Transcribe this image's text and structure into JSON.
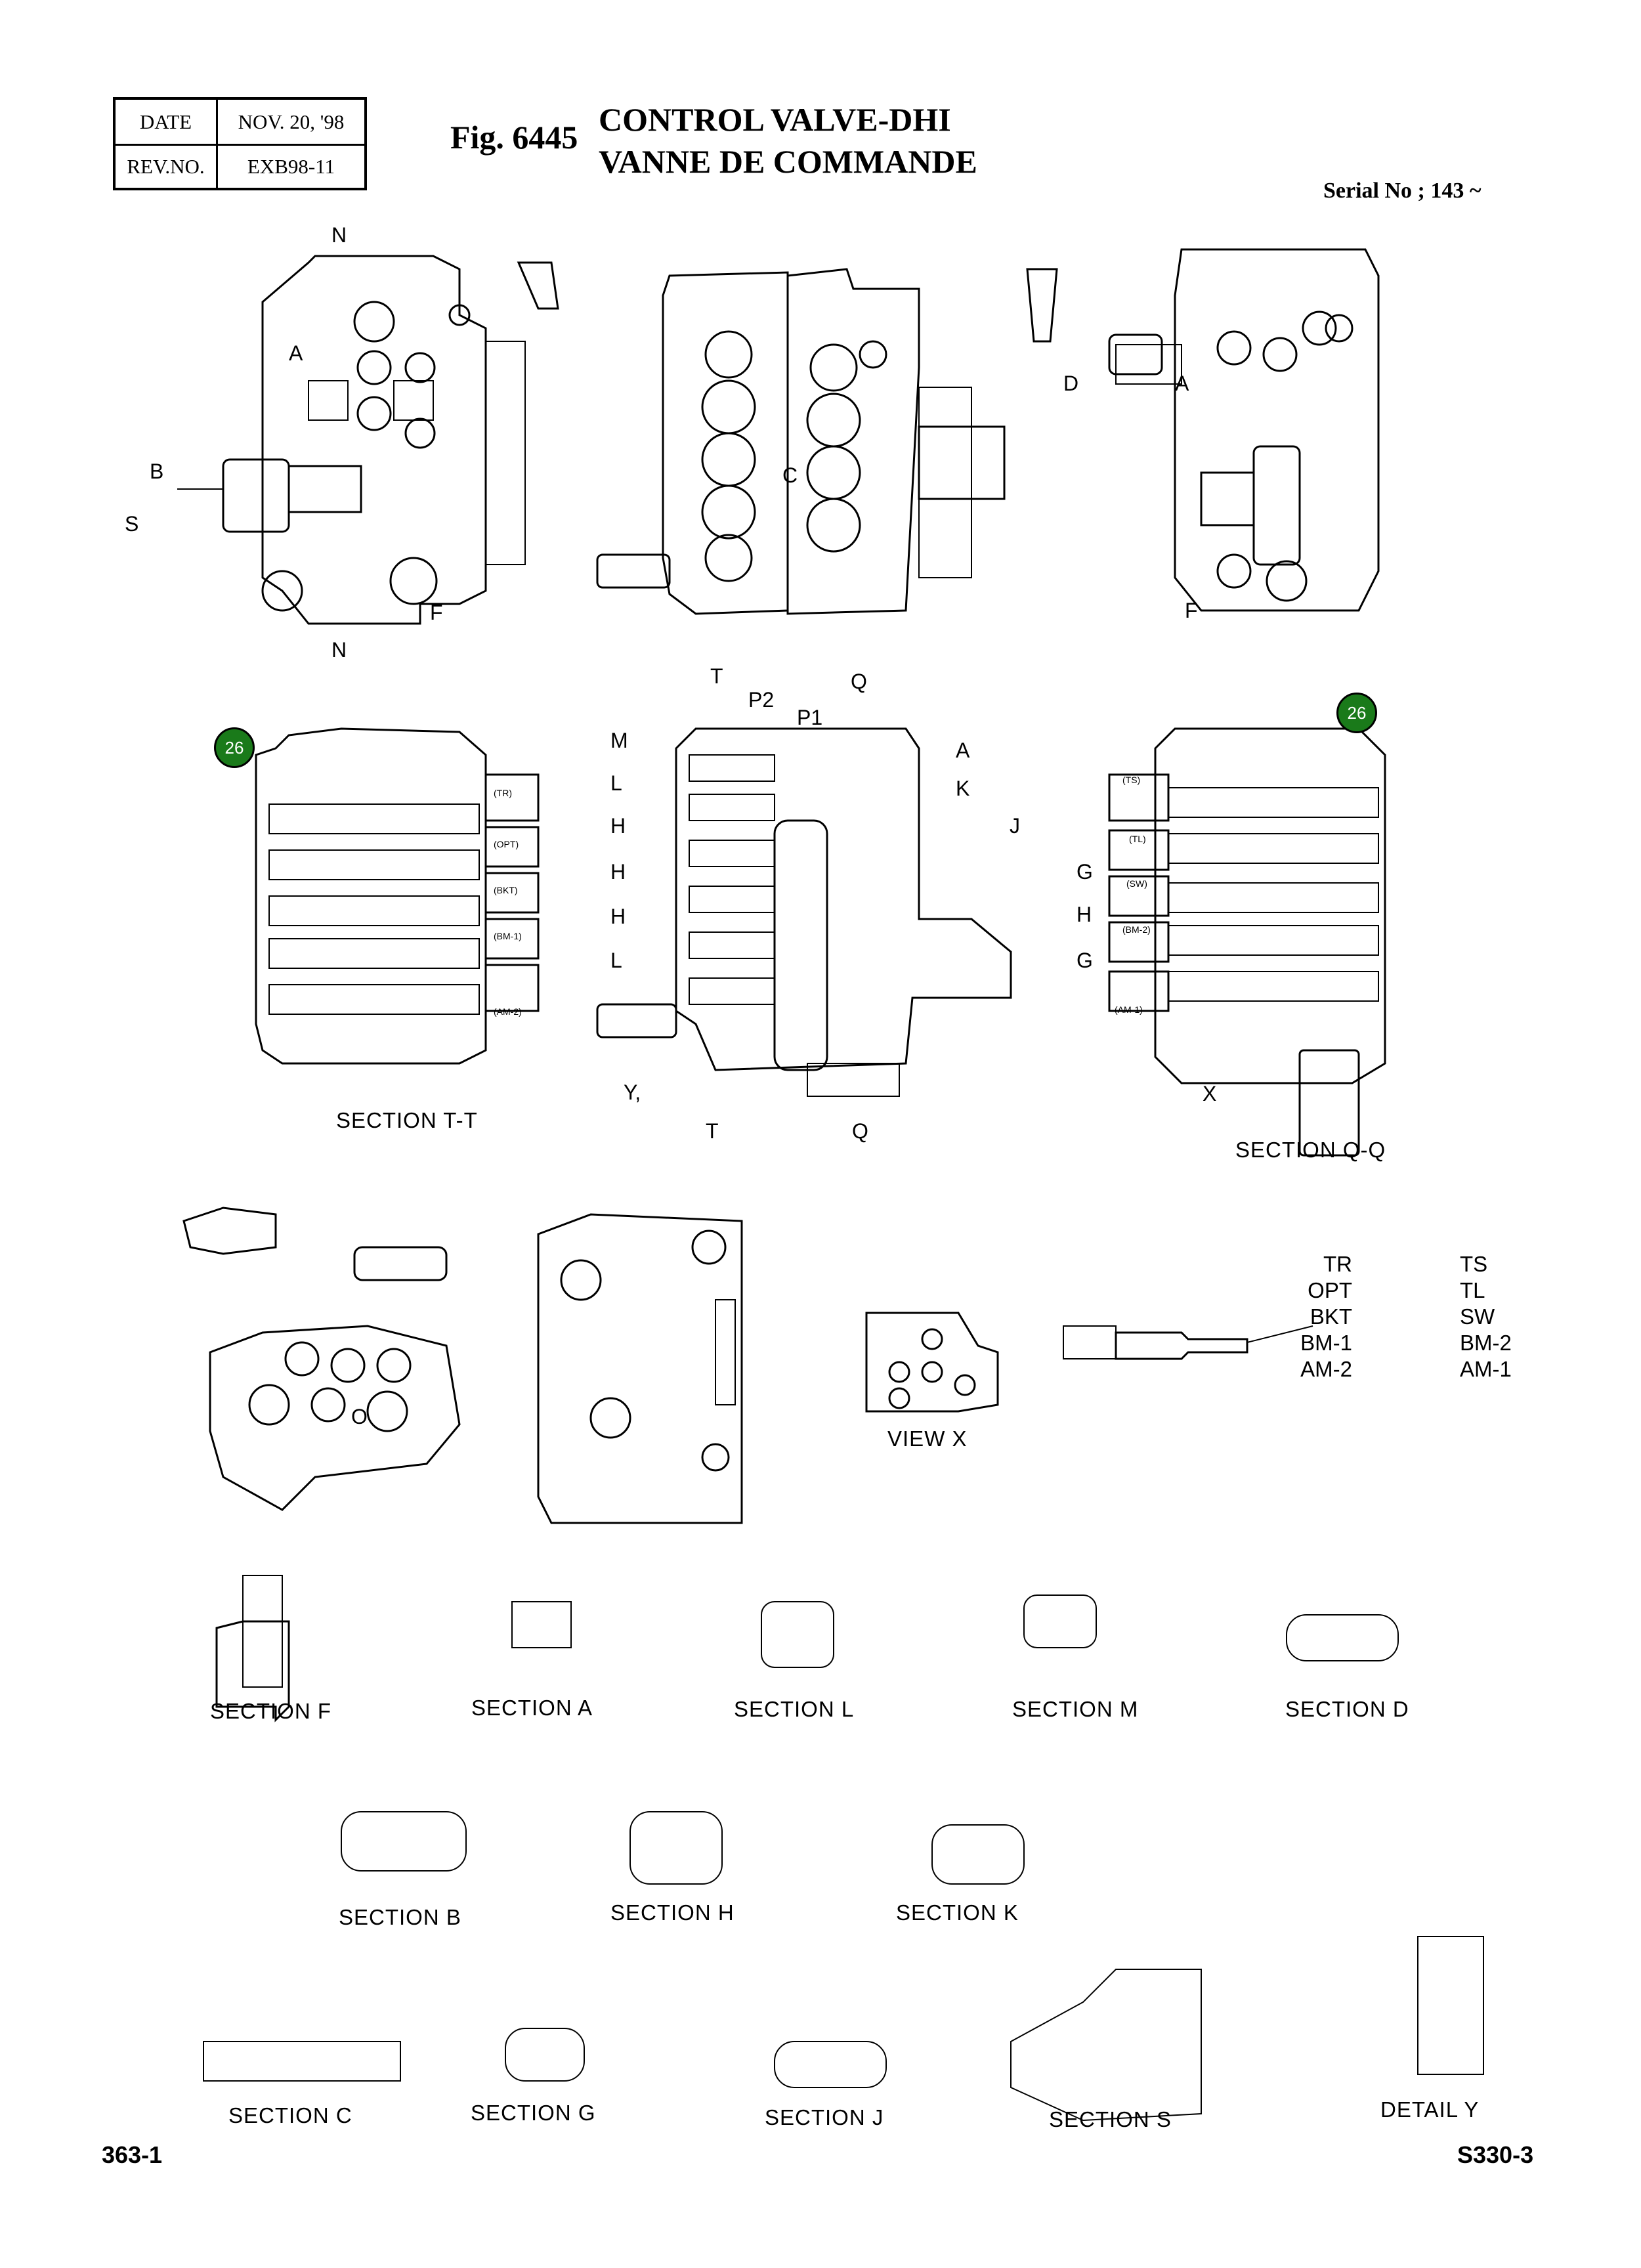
{
  "header": {
    "date_label": "DATE",
    "date_value": "NOV. 20, '98",
    "rev_label": "REV.NO.",
    "rev_value": "EXB98-11",
    "fig_number": "Fig. 6445",
    "title_line1": "CONTROL VALVE-DHI",
    "title_line2": "VANNE DE COMMANDE",
    "serial": "Serial No ; 143 ~"
  },
  "callouts": [
    "26",
    "26"
  ],
  "top_view_labels": {
    "view1": [
      "N",
      "A",
      "B",
      "S",
      "F",
      "N"
    ],
    "view2": [
      "C"
    ],
    "view3": [
      "D",
      "A",
      "F"
    ]
  },
  "section_tt": {
    "title": "SECTION T-T",
    "tags": [
      "(TR)",
      "(OPT)",
      "(BKT)",
      "(BM-1)",
      "(AM-2)"
    ]
  },
  "middle_section": {
    "labels": [
      "T",
      "P2",
      "P1",
      "Q",
      "M",
      "L",
      "H",
      "H",
      "H",
      "L",
      "A",
      "K",
      "J",
      "Y,",
      "T",
      "Q"
    ]
  },
  "section_qq": {
    "title": "SECTION Q-Q",
    "labels": [
      "G",
      "H",
      "G",
      "X"
    ],
    "tags": [
      "(TS)",
      "(TL)",
      "(SW)",
      "(BM-2)",
      "(AM-1)"
    ]
  },
  "view_x": {
    "title": "VIEW X"
  },
  "detail_o": {
    "label": "O"
  },
  "legend_left": [
    "TR",
    "OPT",
    "BKT",
    "BM-1",
    "AM-2"
  ],
  "legend_right": [
    "TS",
    "TL",
    "SW",
    "BM-2",
    "AM-1"
  ],
  "sections_row1": [
    "SECTION  F",
    "SECTION  A",
    "SECTION  L",
    "SECTION  M",
    "SECTION  D"
  ],
  "sections_row2": [
    "SECTION  B",
    "SECTION  H",
    "SECTION  K"
  ],
  "sections_row3": [
    "SECTION  C",
    "SECTION  G",
    "SECTION  J",
    "SECTION  S",
    "DETAIL  Y"
  ],
  "footer": {
    "page_left": "363-1",
    "page_right": "S330-3"
  }
}
